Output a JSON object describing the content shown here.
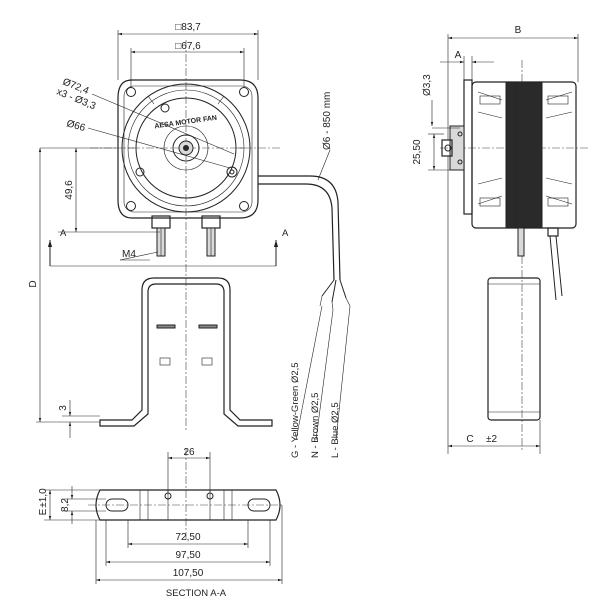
{
  "dimensions": {
    "square_outer": "□83,7",
    "square_inner": "□67,6",
    "dia_72": "Ø72,4",
    "holes": "x3 - Ø3,3",
    "dia_66": "Ø66",
    "v49": "49,6",
    "d": "D",
    "three": "3",
    "m4": "M4",
    "cable": "Ø6 - 850 mm",
    "b": "B",
    "a": "A",
    "dia_33": "Ø3,3",
    "v2550": "25,50",
    "c": "C",
    "c_tol": "±2",
    "twentysix": "26",
    "e": "E",
    "e_tol": "±1,0",
    "v82": "8,2",
    "w7250": "72,50",
    "w9750": "97,50",
    "w10750": "107,50"
  },
  "section_marks": {
    "left": "A",
    "right": "A"
  },
  "wires": [
    "G - Yellow-Green Ø2,5",
    "N - Brown Ø2,5",
    "L - Blue Ø2,5"
  ],
  "brand": "AESA MOTOR FAN",
  "section_title": "SECTION A-A"
}
